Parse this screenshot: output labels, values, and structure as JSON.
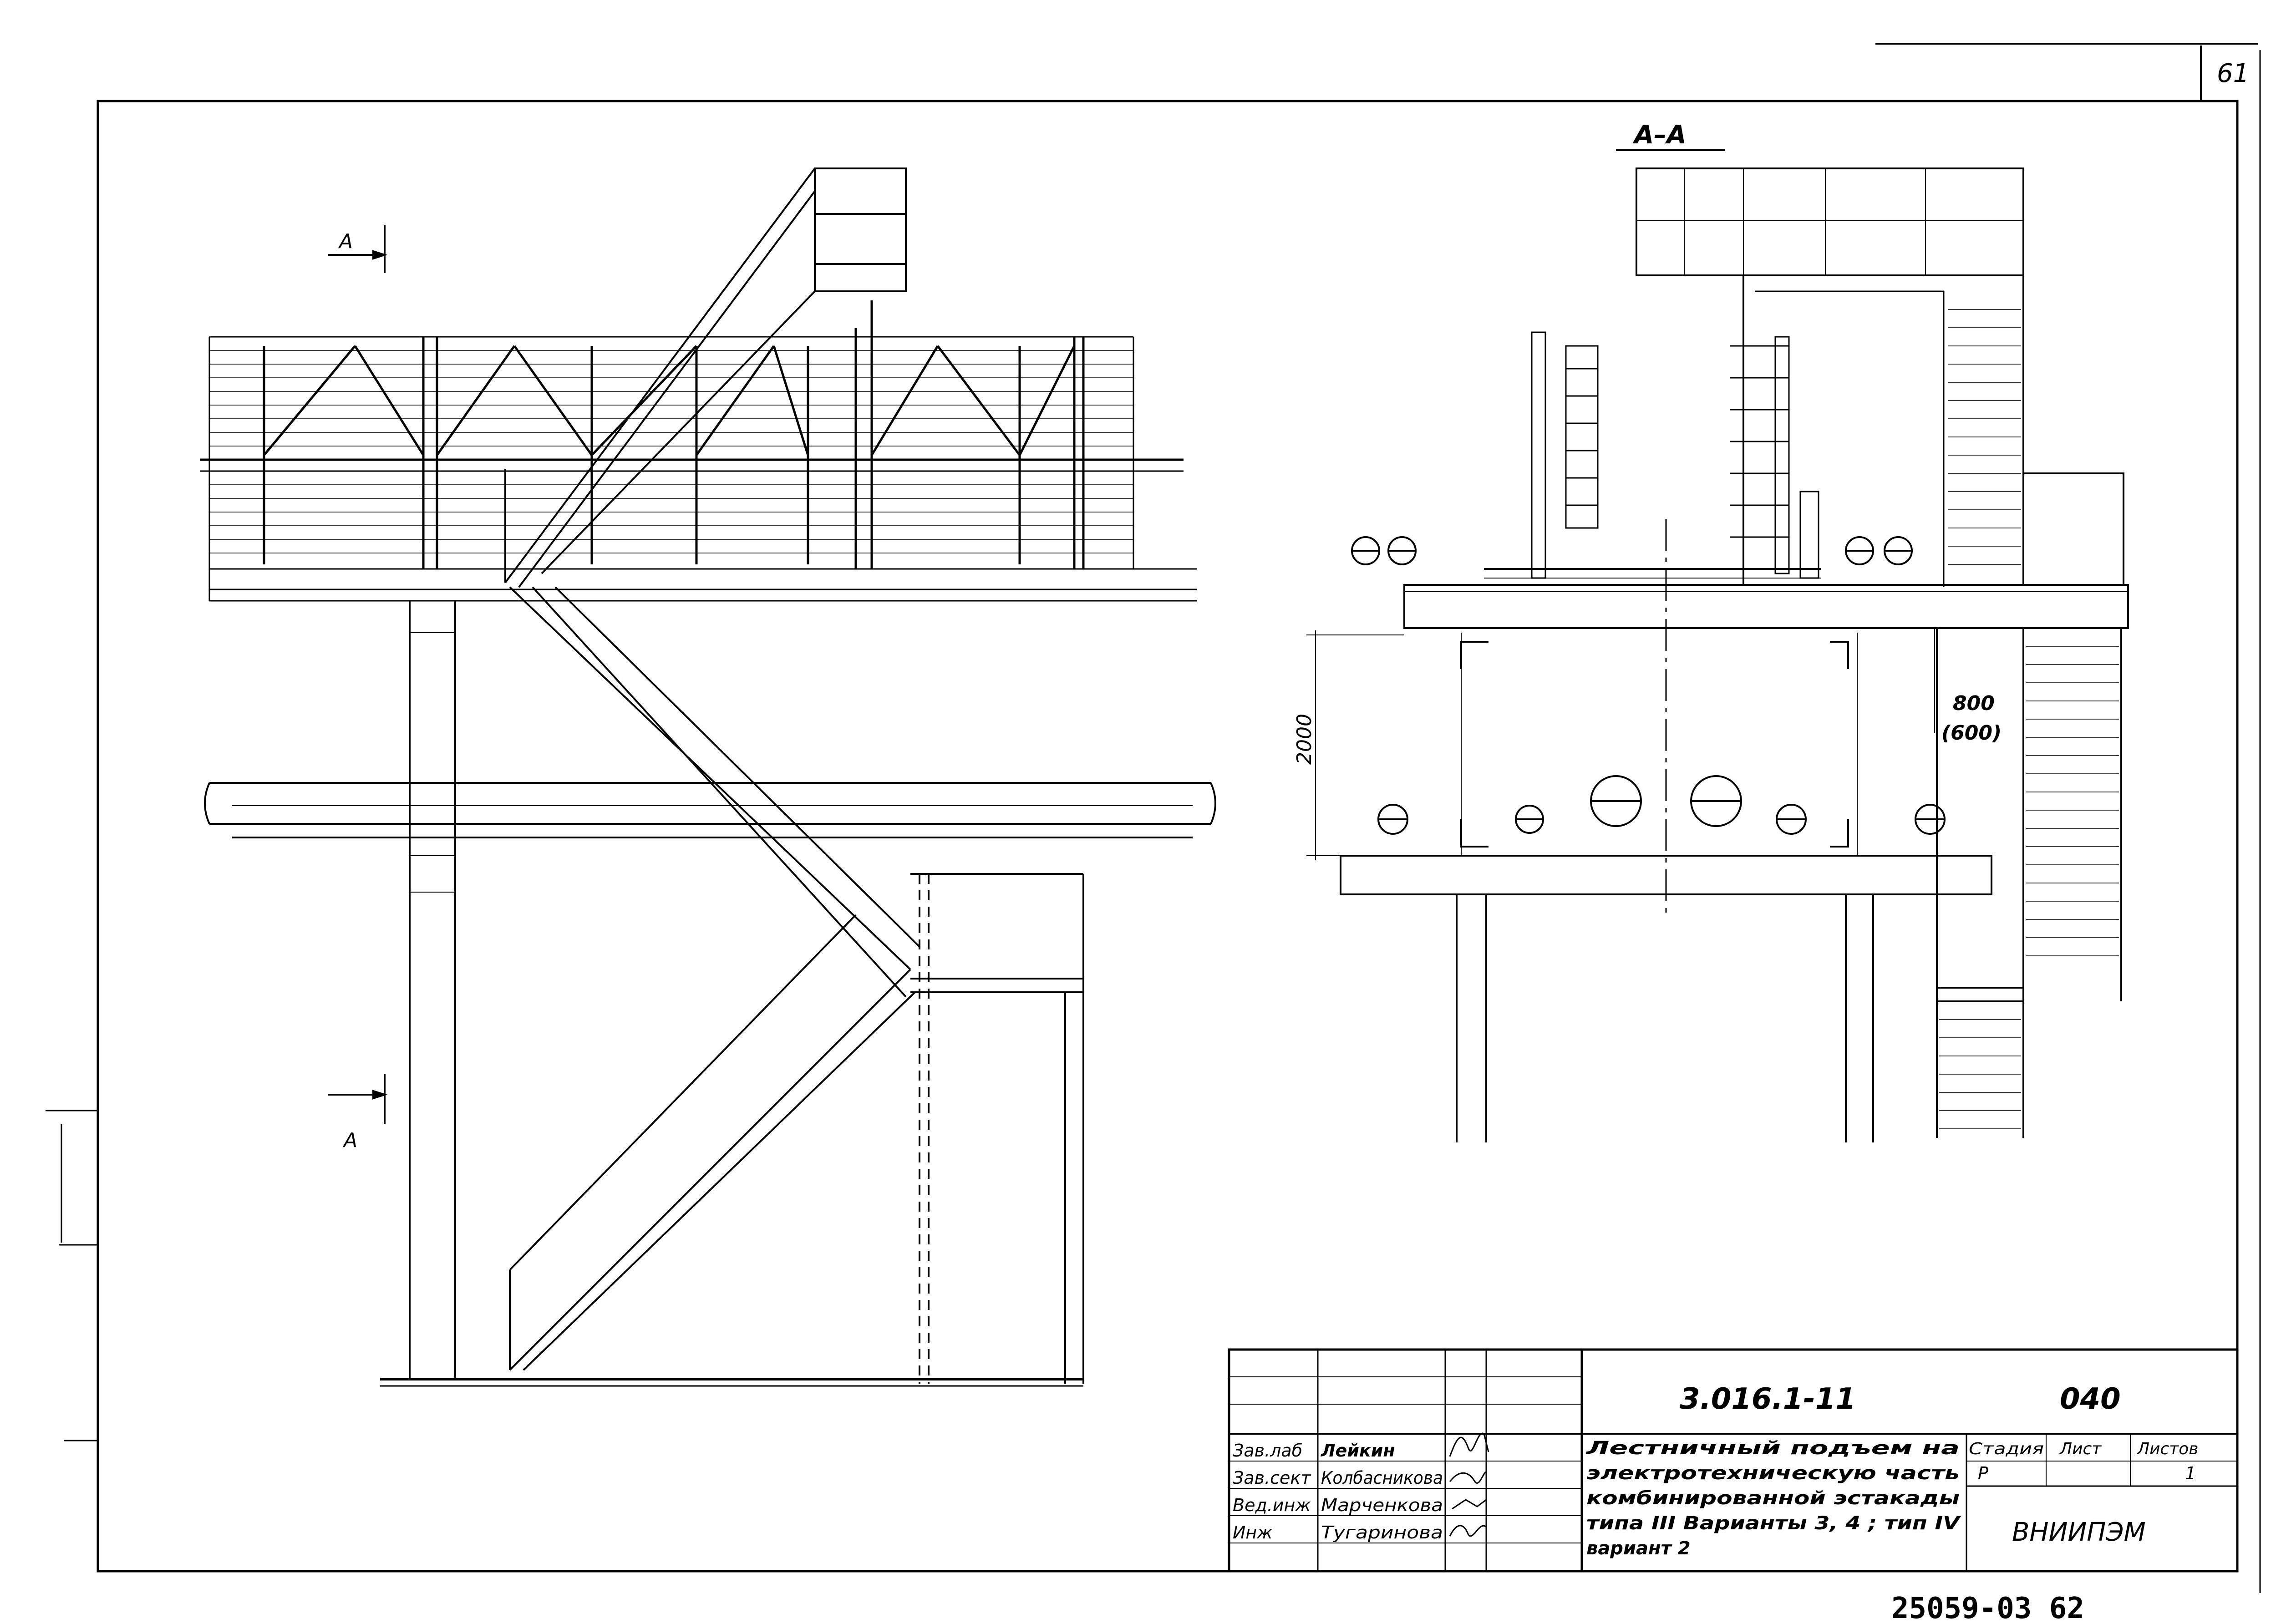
{
  "sheet": {
    "page_number_top": "61",
    "bottom_stamp": "25059-03  62"
  },
  "elevation": {
    "section_mark_top": "А",
    "section_mark_bottom": "А"
  },
  "section_view": {
    "title": "А–А",
    "dimension_height": "2000",
    "dimension_width": "800",
    "dimension_width_alt": "(600)"
  },
  "title_block": {
    "document_code": "3.016.1-11",
    "drawing_number": "040",
    "roles": [
      {
        "role": "Зав.лаб",
        "name": "Лейкин"
      },
      {
        "role": "Зав.сект",
        "name": "Колбасникова"
      },
      {
        "role": "Вед.инж",
        "name": "Марченкова"
      },
      {
        "role": "Инж",
        "name": "Тугаринова"
      }
    ],
    "title_lines": [
      "Лестничный подъем на",
      "электротехническую часть",
      "комбинированной эстакады",
      "типа III Варианты 3, 4 ; тип IV",
      "вариант 2"
    ],
    "stage_header": "Стадия",
    "sheet_header": "Лист",
    "sheets_header": "Листов",
    "stage_value": "Р",
    "sheets_value": "1",
    "organization": "ВНИИПЭМ"
  }
}
